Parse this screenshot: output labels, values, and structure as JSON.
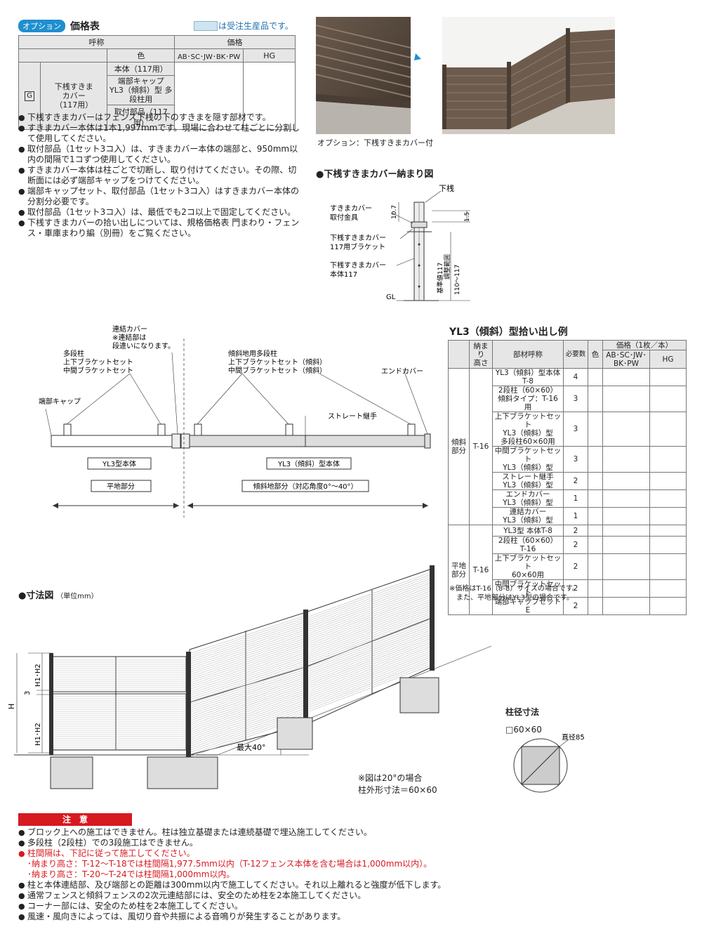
{
  "price_section": {
    "badge": "オプション",
    "title": "価格表",
    "legend": "は受注生産品です。",
    "legend_color": "#cfe3f1",
    "head_name": "呼称",
    "head_color": "色",
    "head_price": "価格",
    "head_col1": "AB･SC･JW･BK･PW",
    "head_col2": "HG",
    "row_code": "G",
    "row_item_l1": "下桟すきま",
    "row_item_l2": "カバー",
    "row_item_l3": "（117用）",
    "sub1": "本体（117用）",
    "sub2_l1": "端部キャップ",
    "sub2_l2": "YL3（傾斜）型 多段柱用",
    "sub3": "取付部品（117用）"
  },
  "notes": [
    "下桟すきまカバーはフェンス下桟の下のすきまを隠す部材です。",
    "すきまカバー本体は1本1,997mmです。現場に合わせて柱ごとに分割して使用してください。",
    "取付部品（1セット3コ入）は、すきまカバー本体の端部と、950mm以内の間隔で1コずつ使用してください。",
    "すきまカバー本体は柱ごとで切断し、取り付けてください。その際、切断面には必ず端部キャップをつけてください。",
    "端部キャップセット、取付部品（1セット3コ入）はすきまカバー本体の分割分必要です。",
    "取付部品（1セット3コ入）は、最低でも2コ以上で固定してください。",
    "下桟すきまカバーの拾い出しについては、規格価格表 門まわり・フェンス・車庫まわり編（別冊）をご覧ください。"
  ],
  "photo": {
    "caption": "オプション：下桟すきまカバー付"
  },
  "fit_diagram": {
    "title": "下桟すきまカバー納まり図",
    "lbl_rail": "下桟",
    "lbl_mount_l1": "すきまカバー",
    "lbl_mount_l2": "取付金具",
    "lbl_bracket_l1": "下桟すきまカバー",
    "lbl_bracket_l2": "117用ブラケット",
    "lbl_body_l1": "下桟すきまカバー",
    "lbl_body_l2": "本体117",
    "lbl_gl": "GL",
    "dim_107": "10.7",
    "dim_15": "1.5",
    "dim_std": "基準値117",
    "dim_adj": "調整範囲",
    "dim_range": "110～117"
  },
  "plan": {
    "lbl_joint_l1": "連結カバー",
    "lbl_joint_l2": "※連結部は",
    "lbl_joint_l3": "段違いになります。",
    "lbl_multi_l1": "多段柱",
    "lbl_multi_l2": "上下ブラケットセット",
    "lbl_multi_l3": "中間ブラケットセット",
    "lbl_endcap": "端部キャップ",
    "lbl_slope_l1": "傾斜地用多段柱",
    "lbl_slope_l2": "上下ブラケットセット（傾斜）",
    "lbl_slope_l3": "中間ブラケットセット（傾斜）",
    "lbl_endcover": "エンドカバー",
    "lbl_straight": "ストレート継手",
    "lbl_body_flat": "YL3型本体",
    "lbl_body_slope": "YL3（傾斜）型本体",
    "lbl_flat": "平地部分",
    "lbl_slope": "傾斜地部分（対応角度0°～40°）"
  },
  "yl3": {
    "title": "YL3（傾斜）型拾い出し例",
    "h_height_l1": "納まり",
    "h_height_l2": "高さ",
    "h_part": "部材呼称",
    "h_qty": "必要数",
    "h_color": "色",
    "h_price": "価格（1枚／本）",
    "h_col1_l1": "AB･SC･JW･",
    "h_col1_l2": "BK･PW",
    "h_col2": "HG",
    "group1_l1": "傾斜",
    "group1_l2": "部分",
    "group1_height": "T-16",
    "group2_l1": "平地",
    "group2_l2": "部分",
    "group2_height": "T-16",
    "rows1": [
      {
        "l1": "YL3（傾斜）型本体",
        "l2": "T-8",
        "l3": "",
        "qty": "4"
      },
      {
        "l1": "2段柱（60×60）",
        "l2": "傾斜タイプ：T-16用",
        "l3": "",
        "qty": "3"
      },
      {
        "l1": "上下ブラケットセット",
        "l2": "YL3（傾斜）型",
        "l3": "多段柱60×60用",
        "qty": "3"
      },
      {
        "l1": "中間ブラケットセット",
        "l2": "YL3（傾斜）型",
        "l3": "",
        "qty": "3"
      },
      {
        "l1": "ストレート継手",
        "l2": "YL3（傾斜）型",
        "l3": "",
        "qty": "2"
      },
      {
        "l1": "エンドカバー",
        "l2": "YL3（傾斜）型",
        "l3": "",
        "qty": "1"
      },
      {
        "l1": "連結カバー",
        "l2": "YL3（傾斜）型",
        "l3": "",
        "qty": "1"
      }
    ],
    "rows2": [
      {
        "l1": "YL3型 本体T-8",
        "l2": "",
        "qty": "2"
      },
      {
        "l1": "2段柱（60×60）",
        "l2": "T-16",
        "qty": "2"
      },
      {
        "l1": "上下ブラケットセット",
        "l2": "60×60用",
        "qty": "2"
      },
      {
        "l1": "中間ブラケットセット",
        "l2": "",
        "qty": "2"
      },
      {
        "l1": "端部キャップセットE",
        "l2": "",
        "qty": "2"
      }
    ],
    "note_l1": "※価格はT-16（8-8）サイズの場合です。",
    "note_l2": "また、平地部分はYL3型の場合です。"
  },
  "dimensions": {
    "title": "寸法図",
    "unit": "（単位mm）",
    "lbl_h": "H",
    "lbl_h1h2_top": "H1･H2",
    "lbl_h1h2_bottom": "H1･H2",
    "lbl_3": "3",
    "lbl_max": "最大40°",
    "note_l1": "※図は20°の場合",
    "note_l2": "柱外形寸法＝60×60",
    "post_title": "柱径寸法",
    "post_size": "□60×60",
    "post_dia": "直径85"
  },
  "caution": {
    "title": "注　意",
    "title_color": "#d71920",
    "items": [
      {
        "text": "ブロック上への施工はできません。柱は独立基礎または連続基礎で埋込施工してください。",
        "style": "bullet"
      },
      {
        "text": "多段柱（2段柱）での3段施工はできません。",
        "style": "bullet"
      },
      {
        "text": "柱間隔は、下記に従って施工してください。",
        "style": "bullet-red"
      },
      {
        "text": "･納まり高さ：T-12～T-18では柱間隔1,977.5mm以内（T-12フェンス本体を含む場合は1,000mm以内）。",
        "style": "red"
      },
      {
        "text": "･納まり高さ：T-20～T-24では柱間隔1,000mm以内。",
        "style": "red"
      },
      {
        "text": "柱と本体連結部、及び端部との距離は300mm以内で施工してください。それ以上離れると強度が低下します。",
        "style": "bullet"
      },
      {
        "text": "通常フェンスと傾斜フェンスの2次元連結部には、安全のため柱を2本施工してください。",
        "style": "bullet"
      },
      {
        "text": "コーナー部には、安全のため柱を2本施工してください。",
        "style": "bullet"
      },
      {
        "text": "風速・風向きによっては、風切り音や共振による音鳴りが発生することがあります。",
        "style": "bullet"
      }
    ]
  }
}
